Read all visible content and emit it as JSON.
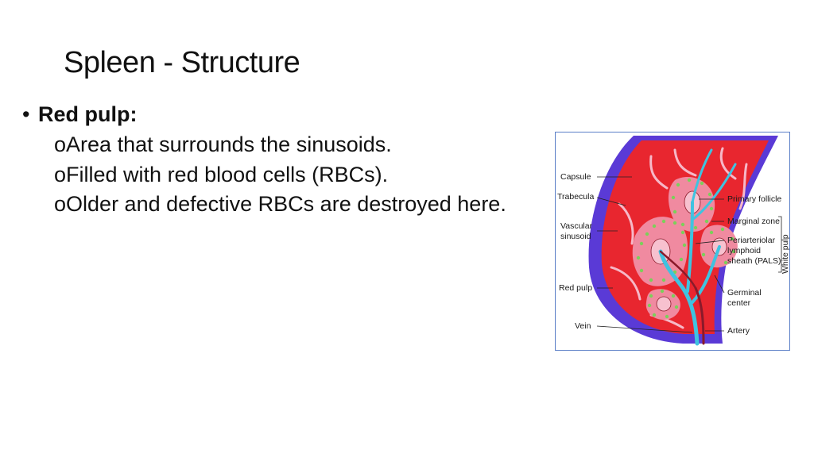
{
  "title": "Spleen - Structure",
  "bullet": {
    "marker": "•",
    "label": "Red pulp:",
    "sub_marker": "o",
    "items": [
      "Area that surrounds the sinusoids.",
      "Filled with red blood cells (RBCs).",
      "Older and defective RBCs are destroyed here."
    ]
  },
  "figure": {
    "labels": {
      "capsule": "Capsule",
      "trabecula": "Trabecula",
      "vascular": "Vascular",
      "sinusoid": "sinusoid",
      "red_pulp": "Red pulp",
      "vein": "Vein",
      "primary_follicle": "Primary follicle",
      "marginal_zone": "Marginal zone",
      "periarteriolar": "Periarteriolar",
      "lymphoid": "lymphoid",
      "sheath": "sheath (PALS)",
      "germinal": "Germinal",
      "center": "center",
      "artery": "Artery",
      "white_pulp": "White pulp"
    },
    "colors": {
      "capsule": "#5a3ad6",
      "red_pulp": "#e8262f",
      "marginal": "#f08aa0",
      "follicle_dots": "#7ccf5a",
      "vessel": "#3fc3e0",
      "trabecula": "#f6b8c8"
    }
  }
}
